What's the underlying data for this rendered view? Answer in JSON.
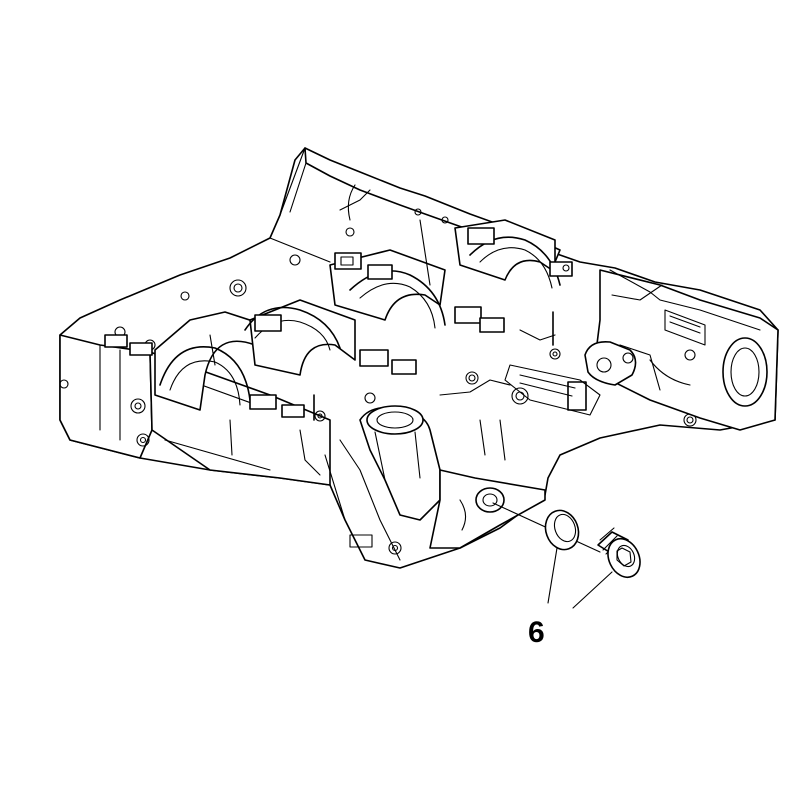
{
  "diagram": {
    "callout": {
      "label": "6",
      "targets": [
        "oil-drain-plug-seal-ring",
        "oil-drain-plug"
      ]
    }
  }
}
